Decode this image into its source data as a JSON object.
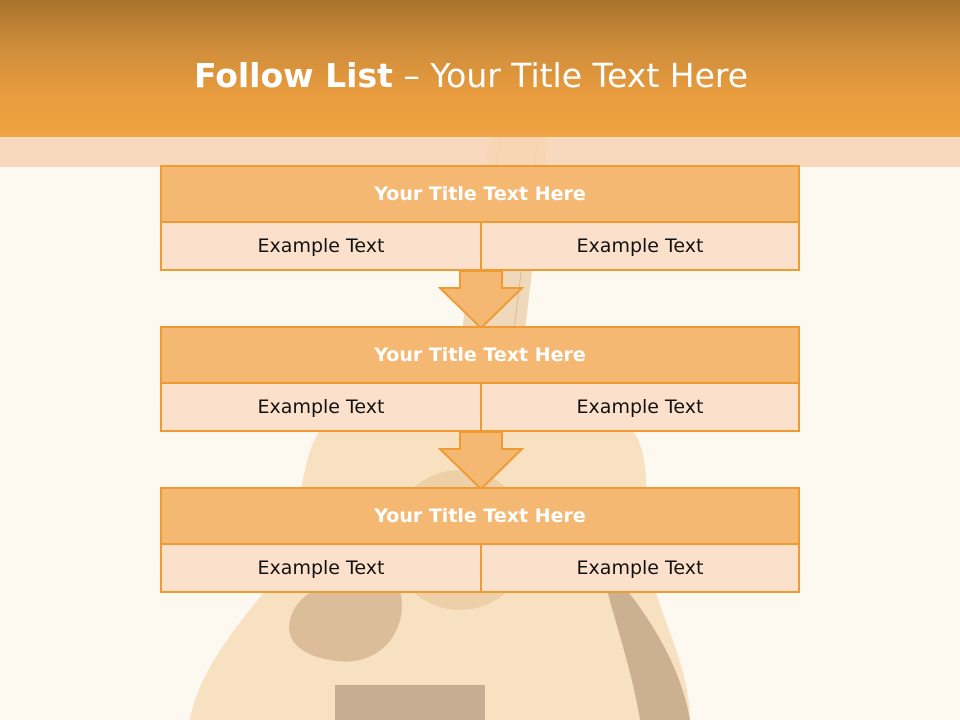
{
  "slide": {
    "title_bold": "Follow List",
    "title_rest": " – Your Title Text Here",
    "blocks": [
      {
        "title": "Your Title Text Here",
        "left": "Example Text",
        "right": "Example Text"
      },
      {
        "title": "Your Title Text Here",
        "left": "Example Text",
        "right": "Example Text"
      },
      {
        "title": "Your Title Text Here",
        "left": "Example Text",
        "right": "Example Text"
      }
    ]
  },
  "colors": {
    "accent": "#ee9b34",
    "title_fill": "#f4b873",
    "cell_fill": "#fbe1cb",
    "header_top": "#a8732c",
    "header_bottom": "#f0a444",
    "background": "#fdf9f0"
  }
}
